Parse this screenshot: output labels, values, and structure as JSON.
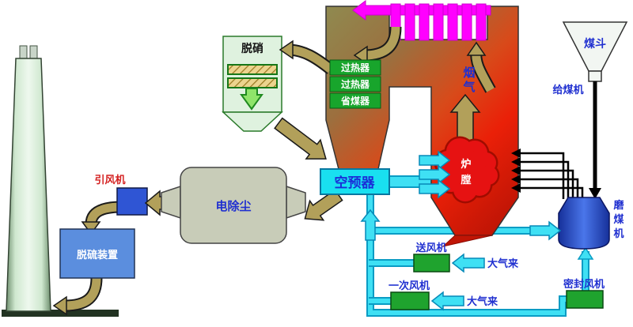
{
  "colors": {
    "flue_gas_arrow_khaki": "#b2a05a",
    "air_pipe_cyan": "#3fe0f4",
    "boiler_top_khaki": "#8f8a50",
    "furnace_red": "#e81505",
    "superheater_bars_magenta": "#ff00ff",
    "equipment_green": "#1fa32e",
    "equipment_blue": "#2f55d4",
    "fgd_blue": "#5b8ede",
    "label_blue": "#2030d0",
    "fan_label_red": "#d41f1f"
  },
  "labels": {
    "denitration": "脱硝",
    "superheater_1": "过热器",
    "superheater_2": "过热器",
    "economizer": "省煤器",
    "air_preheater": "空预器",
    "esp": "电除尘",
    "id_fan": "引风机",
    "fgd": "脱硫装置",
    "fd_fan": "送风机",
    "pa_fan": "一次风机",
    "seal_fan": "密封风机",
    "air_inlet_1": "大气来",
    "air_inlet_2": "大气来",
    "coal_hopper": "煤斗",
    "coal_feeder": "给煤机",
    "flue_gas_chars": [
      "烟",
      "气"
    ],
    "furnace_chars": [
      "炉",
      "膛"
    ],
    "coal_mill_chars": [
      "磨",
      "煤",
      "机"
    ]
  }
}
